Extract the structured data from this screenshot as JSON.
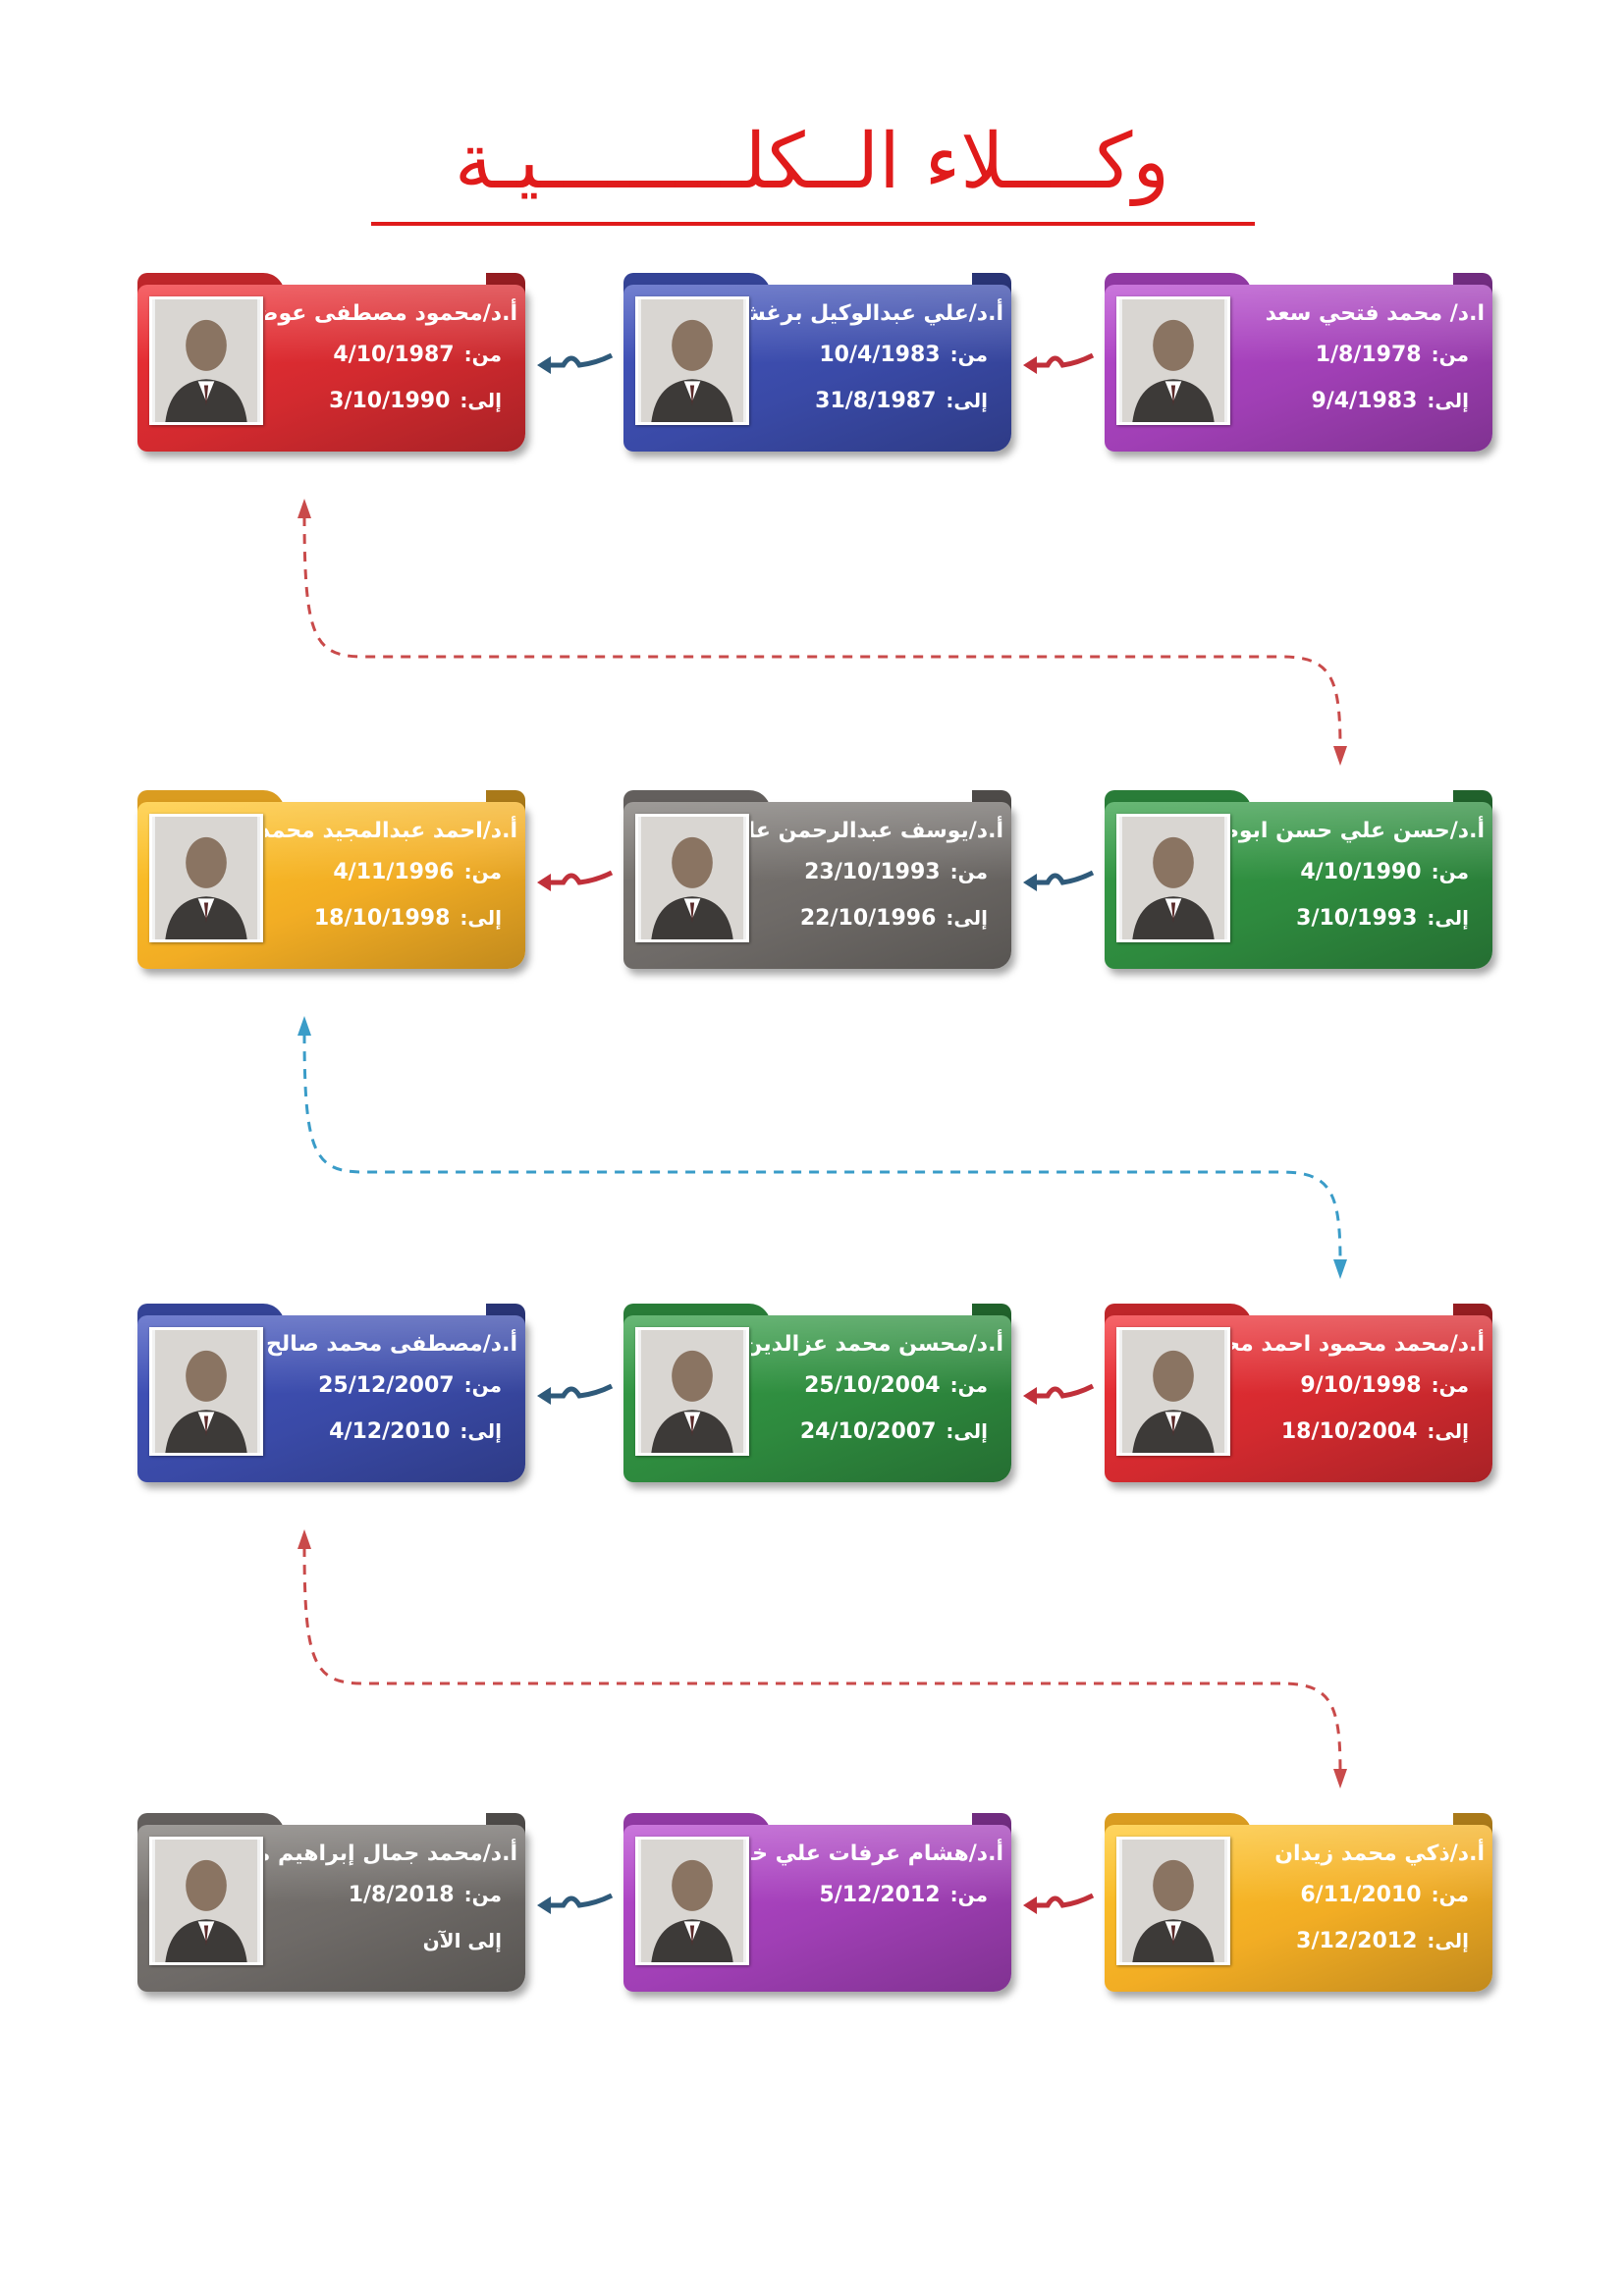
{
  "title": "وكــــلاء الــكلـــــــــيـة",
  "colors": {
    "title": "#e01b1b",
    "red": "#d32a2f",
    "purple": "#a03fb5",
    "blue": "#3a4aa7",
    "green": "#2e8a3e",
    "gray": "#6e6a67",
    "orange": "#f2ad24",
    "connector_red": "#c0303a",
    "connector_blue": "#2f5a7a",
    "loop_red": "#c94a4a",
    "loop_blue": "#3a9cc8"
  },
  "cards": [
    {
      "name": "ا.د/ محمد فتحي سعد",
      "from_label": "من:",
      "from": "1/8/1978",
      "to_label": "إلى:",
      "to": "9/4/1983",
      "color": "purple"
    },
    {
      "name": "أ.د/علي عبدالوكيل برغش",
      "from_label": "من:",
      "from": "10/4/1983",
      "to_label": "إلى:",
      "to": "31/8/1987",
      "color": "blue"
    },
    {
      "name": "أ.د/محمود مصطفى عوض",
      "from_label": "من:",
      "from": "4/10/1987",
      "to_label": "إلى:",
      "to": "3/10/1990",
      "color": "red"
    },
    {
      "name": "أ.د/حسن علي حسن ابوطبل",
      "from_label": "من:",
      "from": "4/10/1990",
      "to_label": "إلى:",
      "to": "3/10/1993",
      "color": "green"
    },
    {
      "name": "أ.د/يوسف عبدالرحمن عابد",
      "from_label": "من:",
      "from": "23/10/1993",
      "to_label": "إلى:",
      "to": "22/10/1996",
      "color": "gray"
    },
    {
      "name": "أ.د/احمد عبدالمجيد محمد",
      "from_label": "من:",
      "from": "4/11/1996",
      "to_label": "إلى:",
      "to": "18/10/1998",
      "color": "orange"
    },
    {
      "name": "أ.د/محمد محمود احمد محجوب",
      "from_label": "من:",
      "from": "9/10/1998",
      "to_label": "إلى:",
      "to": "18/10/2004",
      "color": "red"
    },
    {
      "name": "أ.د/محسن محمد عزالدين",
      "from_label": "من:",
      "from": "25/10/2004",
      "to_label": "إلى:",
      "to": "24/10/2007",
      "color": "green"
    },
    {
      "name": "أ.د/مصطفى محمد صالح",
      "from_label": "من:",
      "from": "25/12/2007",
      "to_label": "إلى:",
      "to": "4/12/2010",
      "color": "blue"
    },
    {
      "name": "أ.د/ذكي محمد زيدان",
      "from_label": "من:",
      "from": "6/11/2010",
      "to_label": "إلى:",
      "to": "3/12/2012",
      "color": "orange"
    },
    {
      "name": "أ.د/هشام عرفات علي خليفه",
      "from_label": "من:",
      "from": "5/12/2012",
      "to_label": "",
      "to": "",
      "color": "purple"
    },
    {
      "name": "أ.د/محمد جمال إبراهيم مهدي",
      "from_label": "من:",
      "from": "1/8/2018",
      "to_label": "إلى الآن",
      "to": "",
      "color": "gray"
    }
  ]
}
